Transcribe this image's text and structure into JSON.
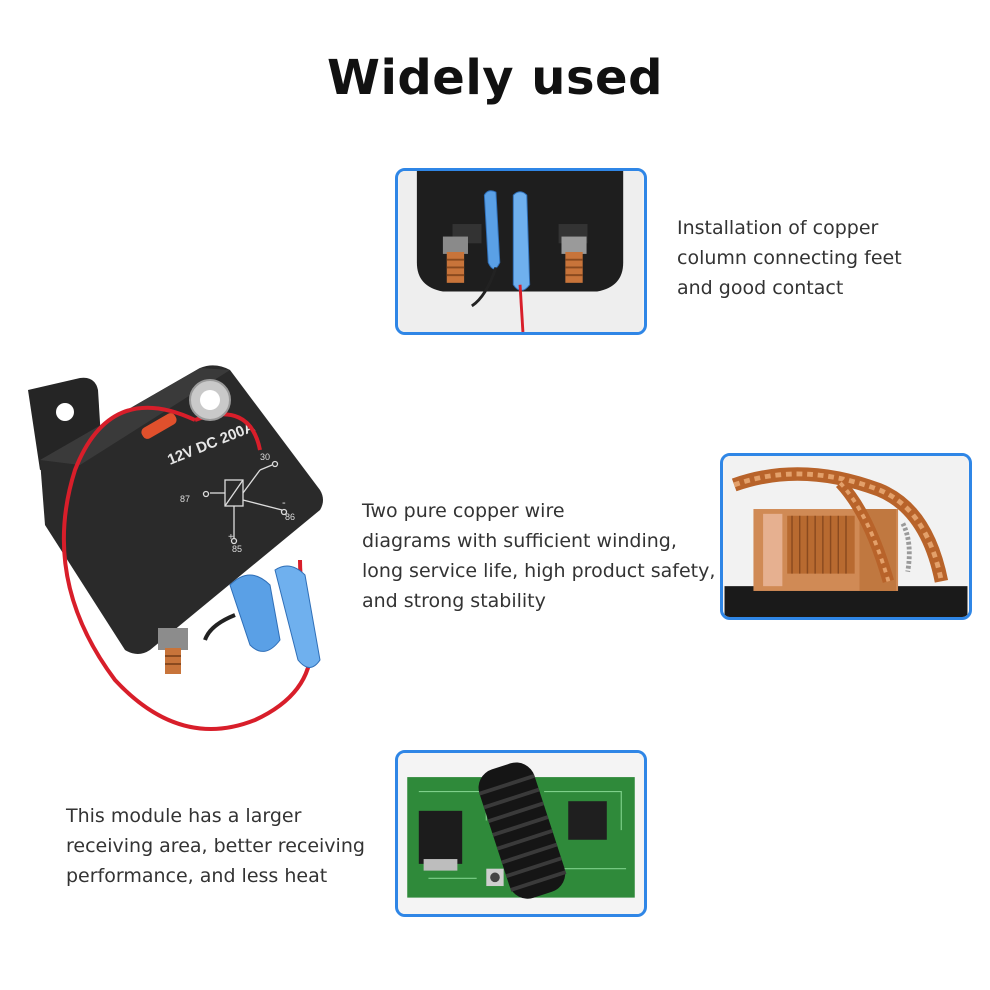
{
  "heading": "Widely used",
  "features": [
    {
      "lines": [
        "Installation of copper",
        "column connecting feet",
        "and good contact"
      ]
    },
    {
      "lines": [
        "Two pure copper wire",
        "diagrams with sufficient winding,",
        "long service life, high product safety,",
        "and strong stability"
      ]
    },
    {
      "lines": [
        "This module has a larger",
        "receiving area, better receiving",
        "performance, and less heat"
      ]
    }
  ],
  "relay_label": {
    "voltage": "12V DC 200A",
    "pins": [
      "30",
      "87",
      "86",
      "85"
    ],
    "signs": [
      "-",
      "+"
    ]
  },
  "colors": {
    "frame": "#2f86e6",
    "wire": "#d81e2a",
    "terminal_cover": "#5aa0e6",
    "copper": "#c8743a"
  }
}
